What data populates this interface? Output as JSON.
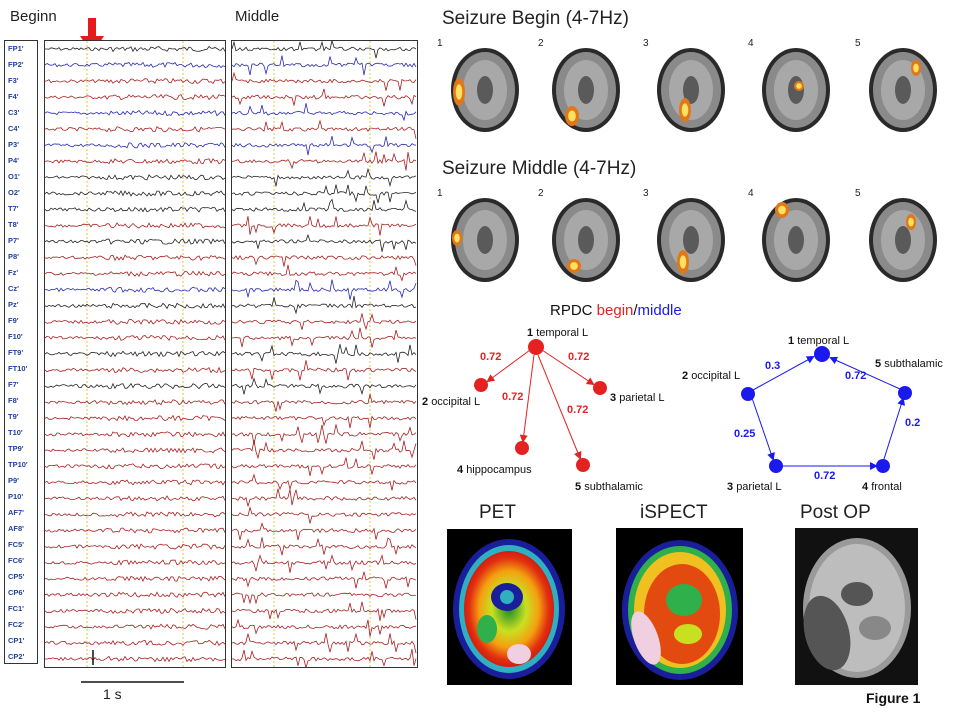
{
  "eeg": {
    "label_begin": "Beginn",
    "label_middle": "Middle",
    "scale_label": "1 s",
    "channels": [
      "FP1'",
      "FP2'",
      "F3'",
      "F4'",
      "C3'",
      "C4'",
      "P3'",
      "P4'",
      "O1'",
      "O2'",
      "T7'",
      "T8'",
      "P7'",
      "P8'",
      "Fz'",
      "Cz'",
      "Pz'",
      "F9'",
      "F10'",
      "FT9'",
      "FT10'",
      "F7'",
      "F8'",
      "T9'",
      "T10'",
      "TP9'",
      "TP10'",
      "P9'",
      "P10'",
      "AF7'",
      "AF8'",
      "FC5'",
      "FC6'",
      "CP5'",
      "CP6'",
      "FC1'",
      "FC2'",
      "CP1'",
      "CP2'"
    ],
    "colors": {
      "black": "#222222",
      "red": "#a82020",
      "blue": "#2a2ab0"
    }
  },
  "mri": {
    "begin_title": "Seizure Begin (4-7Hz)",
    "middle_title": "Seizure Middle (4-7Hz)",
    "slice_numbers": [
      "1",
      "2",
      "3",
      "4",
      "5"
    ]
  },
  "rpdc": {
    "title_prefix": "RPDC ",
    "title_begin": "begin",
    "title_sep": "/",
    "title_middle": "middle",
    "begin_color": "#e52222",
    "middle_color": "#1a1aee",
    "begin_network": {
      "nodes": [
        {
          "num": "1",
          "name": "temporal L"
        },
        {
          "num": "2",
          "name": "occipital L"
        },
        {
          "num": "3",
          "name": "parietal L"
        },
        {
          "num": "4",
          "name": "hippocampus"
        },
        {
          "num": "5",
          "name": "subthalamic"
        }
      ],
      "weights": [
        "0.72",
        "0.72",
        "0.72",
        "0.72"
      ]
    },
    "middle_network": {
      "nodes": [
        {
          "num": "1",
          "name": "temporal L"
        },
        {
          "num": "2",
          "name": "occipital L"
        },
        {
          "num": "3",
          "name": "parietal L"
        },
        {
          "num": "4",
          "name": "frontal"
        },
        {
          "num": "5",
          "name": "subthalamic"
        }
      ],
      "weights": [
        "0.3",
        "0.25",
        "0.72",
        "0.2",
        "0.72"
      ]
    }
  },
  "scans": {
    "pet_label": "PET",
    "ispect_label": "iSPECT",
    "postop_label": "Post OP"
  },
  "figure_label": "Figure 1",
  "arrow_color": "#e31b1b"
}
